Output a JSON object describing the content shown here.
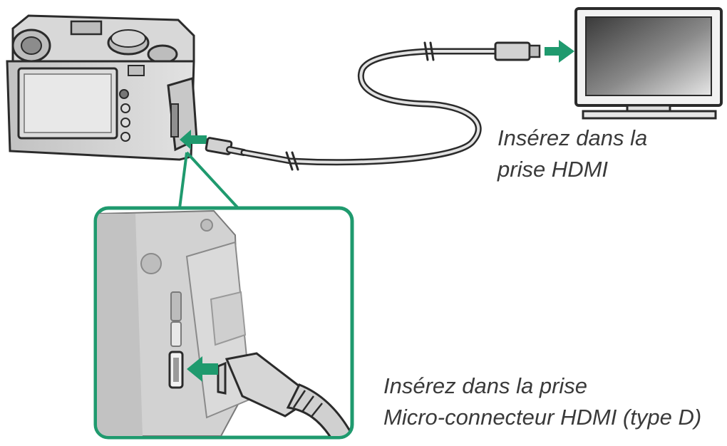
{
  "captions": {
    "tv_line1": "Insérez dans la",
    "tv_line2": "prise HDMI",
    "camera_line1": "Insérez dans la prise",
    "camera_line2": "Micro-connecteur HDMI (type D)"
  },
  "colors": {
    "accent": "#1f9a6e",
    "outline": "#2b2b2b",
    "camera_body": "#cfcfcf",
    "camera_shade": "#9a9a9a",
    "text": "#3a3a3a"
  }
}
